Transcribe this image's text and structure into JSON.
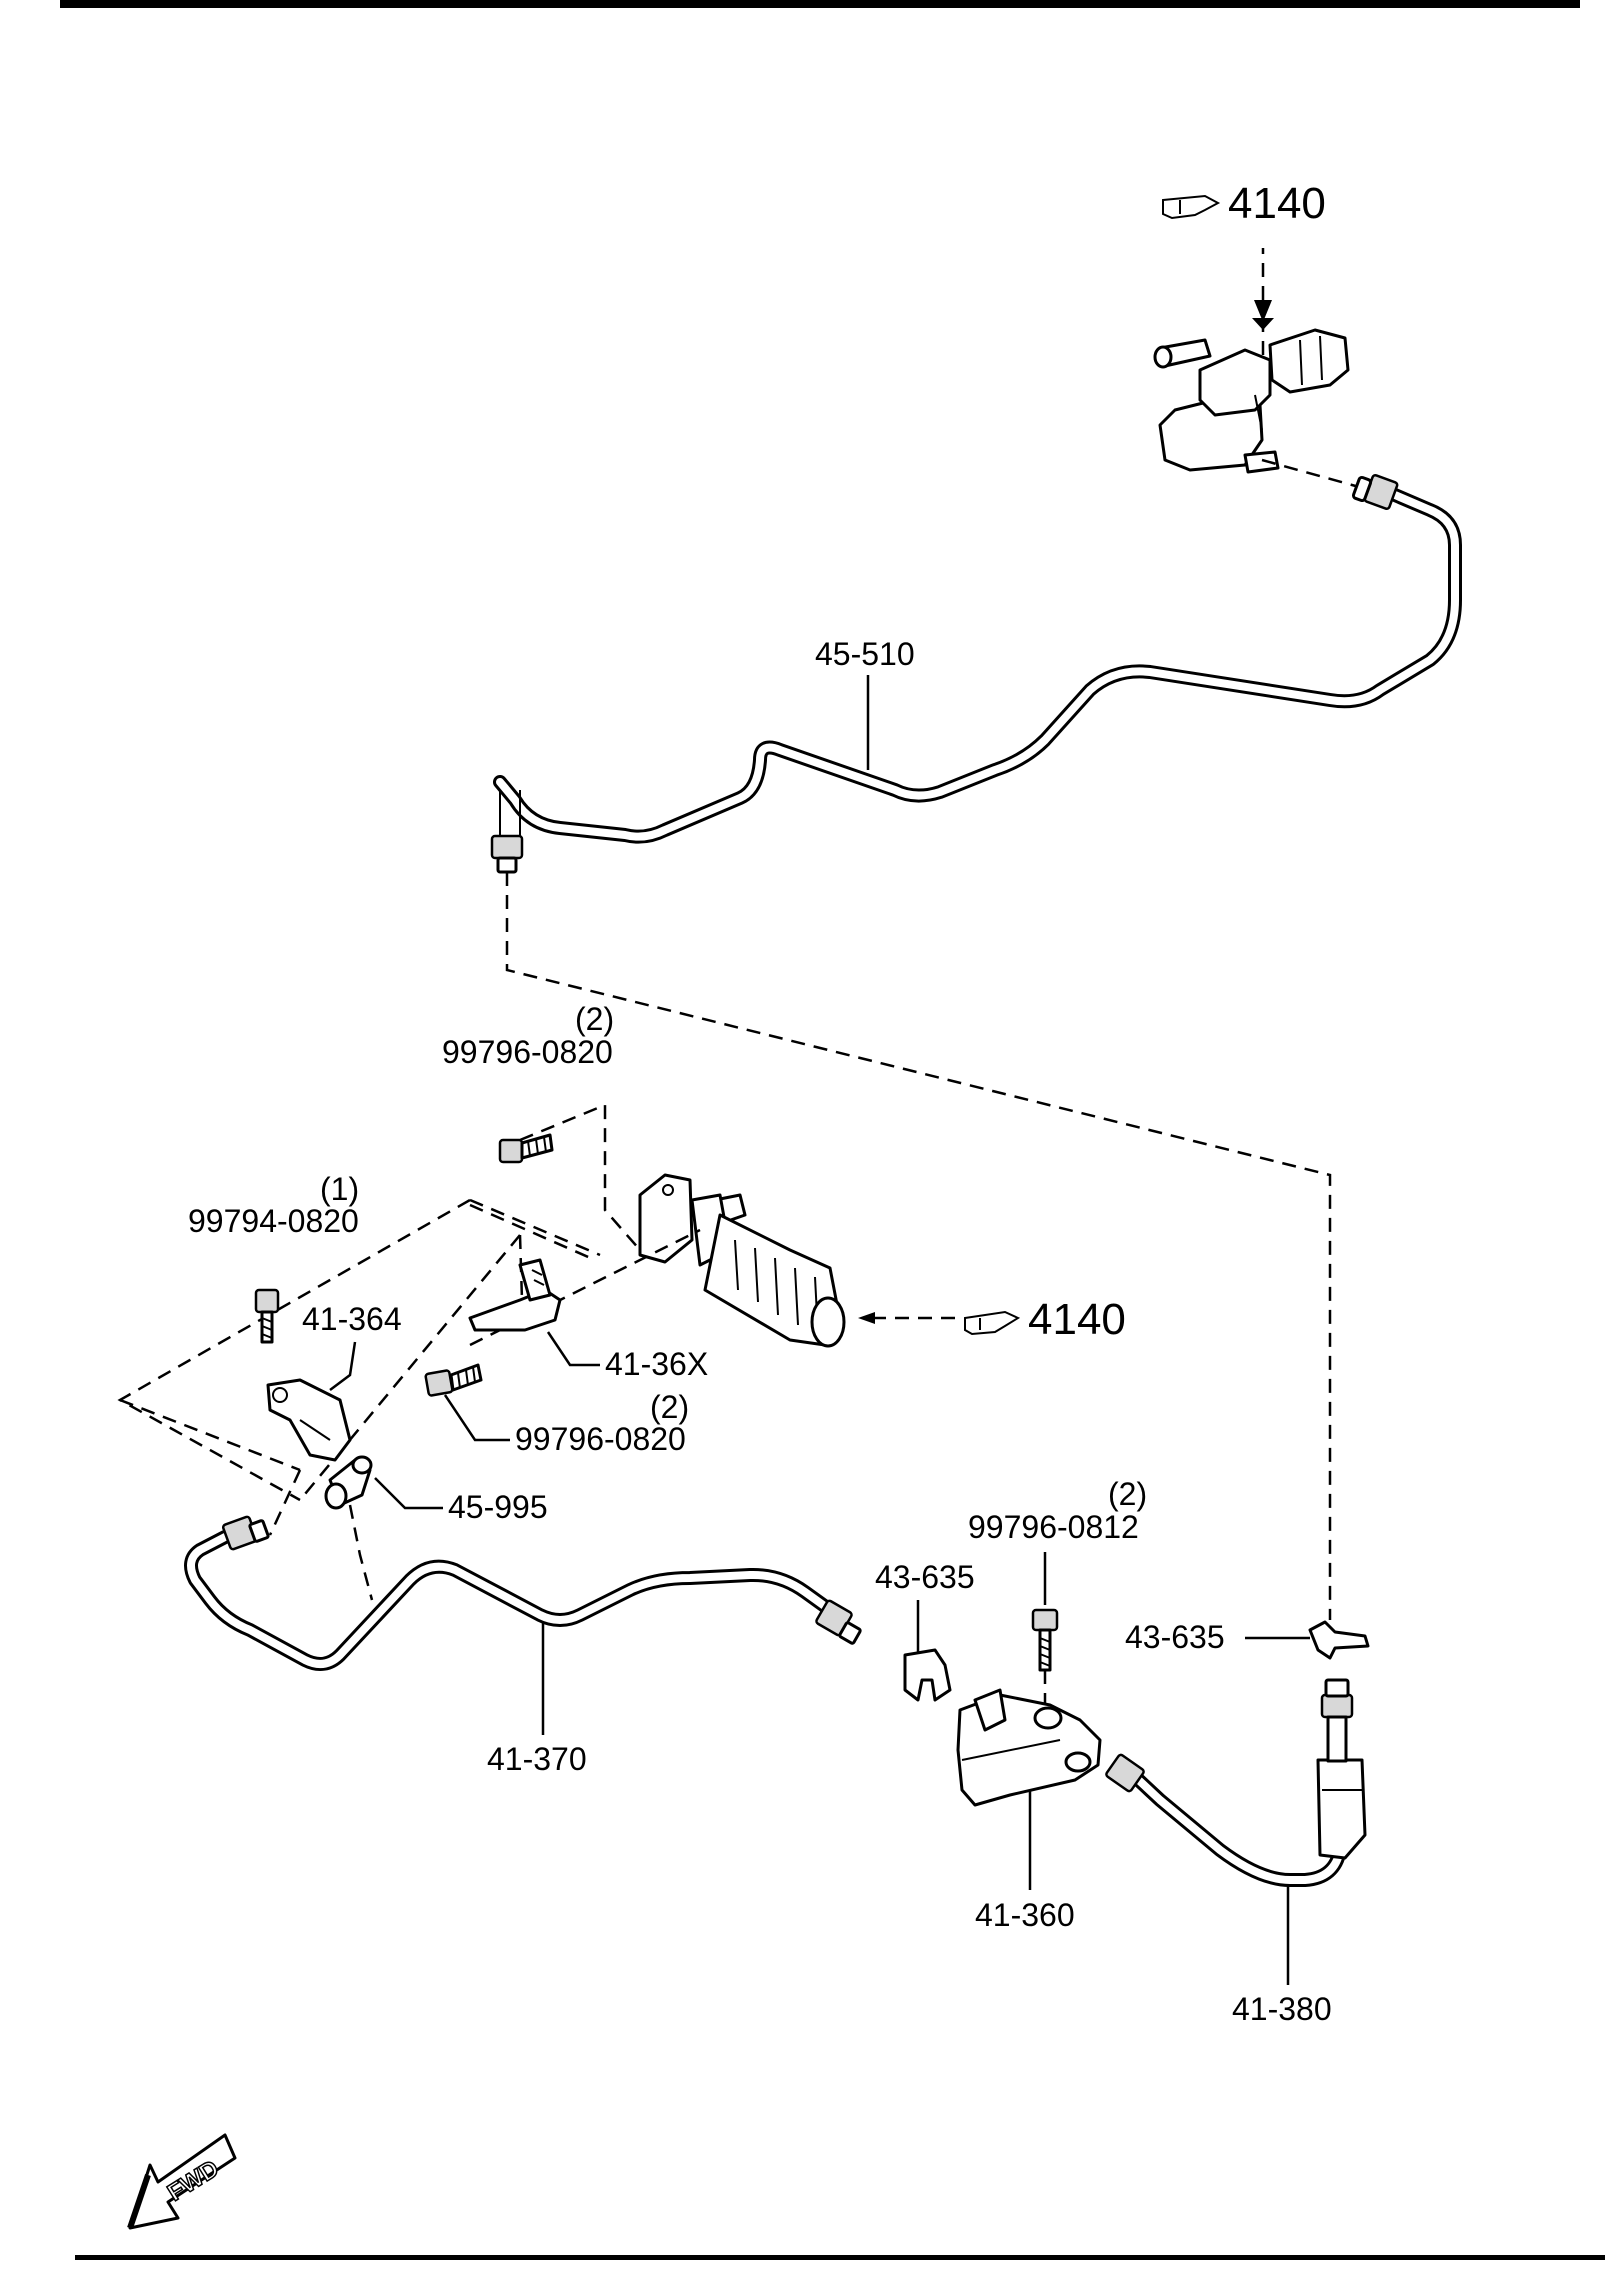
{
  "reference": {
    "text": "4140"
  },
  "labels": {
    "p45_510": "45-510",
    "qty_99796_0820_a": "(2)",
    "p99796_0820_a": "99796-0820",
    "qty_99794_0820": "(1)",
    "p99794_0820": "99794-0820",
    "p41_364": "41-364",
    "p41_36x": "41-36X",
    "qty_99796_0820_b": "(2)",
    "p99796_0820_b": "99796-0820",
    "p45_995": "45-995",
    "qty_99796_0812": "(2)",
    "p99796_0812": "99796-0812",
    "p43_635_a": "43-635",
    "p43_635_b": "43-635",
    "p41_370": "41-370",
    "p41_360": "41-360",
    "p41_380": "41-380"
  },
  "fwd_label": "FWD"
}
